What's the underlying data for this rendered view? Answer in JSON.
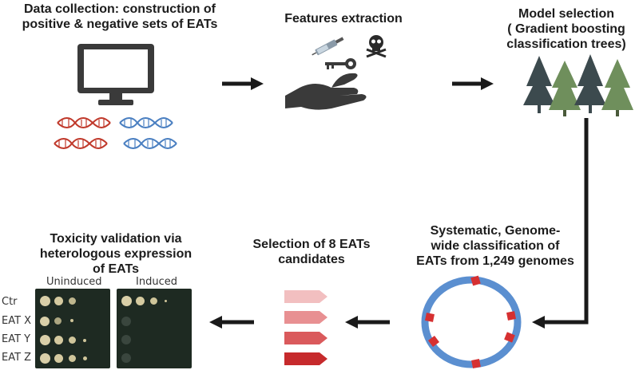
{
  "steps": {
    "data_collection": {
      "title_line1": "Data collection: construction of",
      "title_line2": "positive & negative sets of EATs"
    },
    "features": {
      "title": "Features extraction"
    },
    "model": {
      "title_line1": "Model selection",
      "title_line2": "( Gradient boosting",
      "title_line3": "classification trees)"
    },
    "classification": {
      "title_line1": "Systematic, Genome-",
      "title_line2": "wide classification of",
      "title_line3": "EATs from 1,249 genomes"
    },
    "selection": {
      "title_line1": "Selection of 8 EATs",
      "title_line2": "candidates"
    },
    "validation": {
      "title_line1": "Toxicity validation via",
      "title_line2": "heterologous expression",
      "title_line3": "of EATs"
    }
  },
  "plates": {
    "uninduced_label": "Uninduced",
    "induced_label": "Induced",
    "rows": [
      "Ctr",
      "EAT X",
      "EAT Y",
      "EAT Z"
    ]
  },
  "colors": {
    "arrow": "#1a1a1a",
    "dna_red": "#c0392b",
    "dna_blue": "#4a7fc1",
    "ring_blue": "#5b8fd0",
    "ring_red": "#d63031",
    "tree_dark": "#3c4a4e",
    "tree_green": "#6f8f5c"
  }
}
